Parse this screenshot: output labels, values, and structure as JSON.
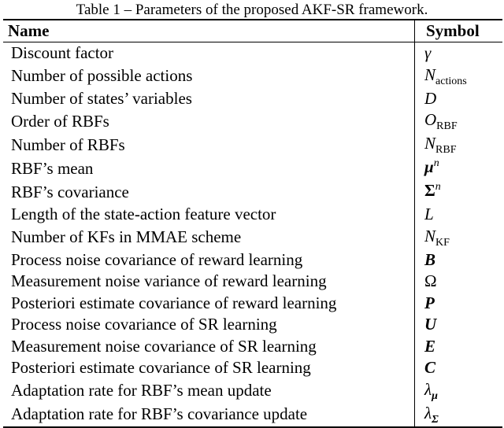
{
  "caption": "Table 1 – Parameters of the proposed AKF-SR framework.",
  "headers": {
    "name": "Name",
    "symbol": "Symbol"
  },
  "rows": [
    {
      "name": "Discount factor",
      "symbol": {
        "main": "γ",
        "style": "italic"
      }
    },
    {
      "name": "Number of possible actions",
      "symbol": {
        "main": "N",
        "sub": "actions",
        "style": "italic"
      }
    },
    {
      "name": "Number of states’ variables",
      "symbol": {
        "main": "D",
        "style": "italic"
      }
    },
    {
      "name": "Order of RBFs",
      "symbol": {
        "main": "O",
        "sub": "RBF",
        "style": "italic"
      }
    },
    {
      "name": "Number of RBFs",
      "symbol": {
        "main": "N",
        "sub": "RBF",
        "style": "italic"
      }
    },
    {
      "name": "RBF’s mean",
      "symbol": {
        "main": "μ",
        "sup": "n",
        "style": "bold"
      }
    },
    {
      "name": "RBF’s covariance",
      "symbol": {
        "main": "Σ",
        "sup": "n",
        "style": "bold-upright"
      }
    },
    {
      "name": "Length of the state-action feature vector",
      "symbol": {
        "main": "L",
        "style": "italic"
      }
    },
    {
      "name": "Number of KFs in MMAE scheme",
      "symbol": {
        "main": "N",
        "sub": "KF",
        "style": "italic"
      }
    },
    {
      "name": "Process noise covariance of reward learning",
      "symbol": {
        "main": "B",
        "style": "bold"
      }
    },
    {
      "name": "Measurement noise variance of reward learning",
      "symbol": {
        "main": "Ω",
        "style": "upright"
      }
    },
    {
      "name": "Posteriori estimate covariance of reward learning",
      "symbol": {
        "main": "P",
        "style": "bold"
      }
    },
    {
      "name": "Process noise covariance of SR learning",
      "symbol": {
        "main": "U",
        "style": "bold"
      }
    },
    {
      "name": "Measurement noise covariance of SR learning",
      "symbol": {
        "main": "E",
        "style": "bold"
      }
    },
    {
      "name": "Posteriori estimate covariance of SR learning",
      "symbol": {
        "main": "C",
        "style": "bold"
      }
    },
    {
      "name": "Adaptation rate for RBF’s mean update",
      "symbol": {
        "main": "λ",
        "sub": "μ",
        "sub_style": "bold",
        "style": "italic"
      }
    },
    {
      "name": "Adaptation rate for RBF’s covariance update",
      "symbol": {
        "main": "λ",
        "sub": "Σ",
        "sub_style": "bold",
        "style": "italic"
      }
    }
  ]
}
